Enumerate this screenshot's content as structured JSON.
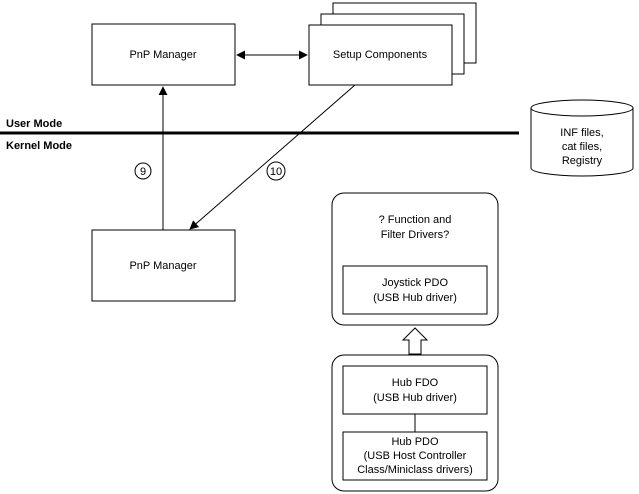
{
  "diagram": {
    "boxes": {
      "pnp_user": "PnP Manager",
      "setup": "Setup Components",
      "pnp_kernel": "PnP Manager"
    },
    "mode": {
      "user": "User Mode",
      "kernel": "Kernel Mode"
    },
    "database": {
      "line1": "INF files,",
      "line2": "cat files,",
      "line3": "Registry"
    },
    "steps": {
      "s9": "9",
      "s10": "10"
    },
    "upper_stack": {
      "title1": "? Function and",
      "title2": "Filter Drivers?",
      "joystick1": "Joystick PDO",
      "joystick2": "(USB Hub driver)"
    },
    "lower_stack": {
      "hubfdo1": "Hub FDO",
      "hubfdo2": "(USB Hub driver)",
      "hubpdo1": "Hub PDO",
      "hubpdo2": "(USB Host Controller",
      "hubpdo3": "Class/Miniclass drivers)"
    }
  }
}
